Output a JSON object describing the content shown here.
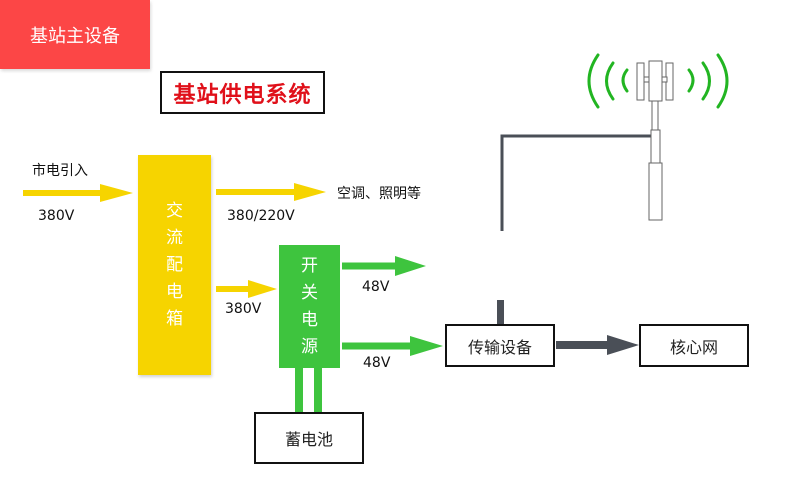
{
  "title": "基站供电系统",
  "nodes": {
    "ac_distribution": [
      "交",
      "流",
      "配",
      "电",
      "箱"
    ],
    "switching_power": [
      "开",
      "关",
      "电",
      "源"
    ],
    "bts_main": "基站主设备",
    "transmission": "传输设备",
    "core_network": "核心网",
    "battery": "蓄电池"
  },
  "labels": {
    "mains_input": "市电引入",
    "mains_voltage": "380V",
    "hvac_lighting": "空调、照明等",
    "hvac_voltage": "380/220V",
    "switch_input_voltage": "380V",
    "bts_voltage": "48V",
    "tx_voltage": "48V"
  },
  "colors": {
    "title_red": "#e0101a",
    "ac_yellow": "#f6d400",
    "switch_green": "#3ec43e",
    "bts_red": "#fc4646",
    "link_gray": "#4a4f57",
    "signal_green": "#22b522"
  }
}
